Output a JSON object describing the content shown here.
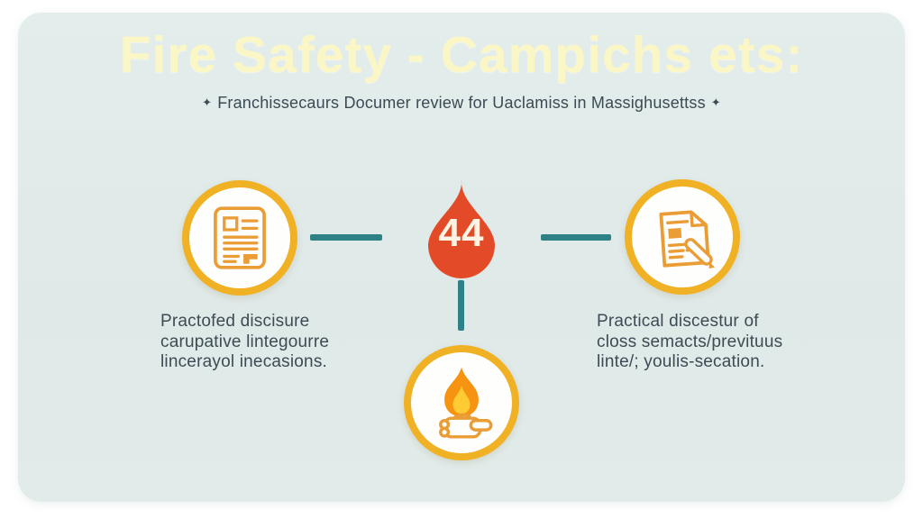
{
  "page": {
    "background_color": "#FFFFFF",
    "panel_color": "#E0EAE8"
  },
  "header": {
    "title": "Fire Safety - Campichs ets:",
    "title_color": "#FBF6C5",
    "subtitle_left_icon": "✦",
    "subtitle": "Franchissecaurs Documer review for Uaclamiss in Massighusettss",
    "subtitle_right_icon": "✦",
    "subtitle_color": "#3C4A54"
  },
  "diagram": {
    "center_node": {
      "shape": "teardrop",
      "value": "44",
      "fill_color": "#E34B28",
      "value_color": "#FCF4E4"
    },
    "nodes": [
      {
        "id": "left",
        "icon": "document-lines-icon"
      },
      {
        "id": "right",
        "icon": "document-pencil-icon"
      },
      {
        "id": "bottom",
        "icon": "flame-hand-icon"
      }
    ],
    "connector_color": "#2E8187",
    "circle_border_color": "#F0B125",
    "icon_stroke_color": "#EA9C35",
    "flame_colors": {
      "outer": "#F69310",
      "inner": "#FFCB35"
    }
  },
  "captions": {
    "left": {
      "lines": [
        "Practofed discisure",
        "carupative lintegourre",
        "lincerayol inecasions."
      ]
    },
    "right": {
      "lines": [
        "Practical discestur of",
        "closs semacts/prevituus",
        "linte/; youlis-secation."
      ]
    }
  }
}
